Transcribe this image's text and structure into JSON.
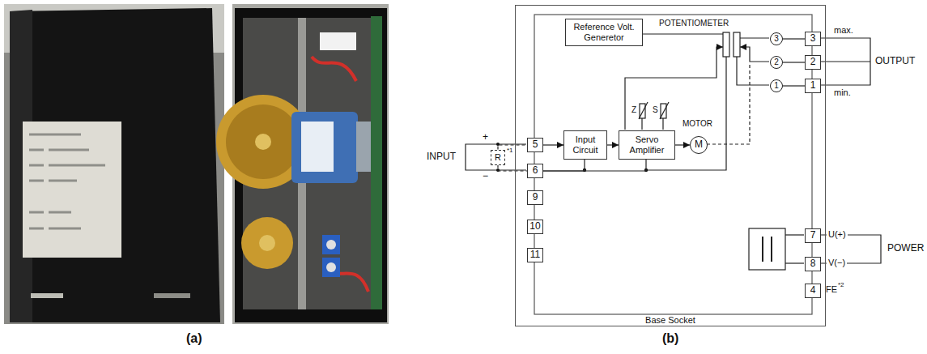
{
  "diagram": {
    "nodes": [
      {
        "text": [
          "Base Socket"
        ]
      },
      {
        "text": [
          "Reference Volt. Generetor"
        ],
        "in": 0
      },
      {
        "text": [
          "Input Circuit"
        ],
        "in": 0
      },
      {
        "text": [
          "Servo Amplifier"
        ],
        "in": 0
      },
      {
        "text": [
          "M"
        ],
        "in": 0
      },
      {
        "text": [
          "5"
        ],
        "in": 0
      },
      {
        "text": [
          "6"
        ],
        "in": 0
      },
      {
        "text": [
          "9"
        ],
        "in": 0
      },
      {
        "text": [
          "10"
        ],
        "in": 0
      },
      {
        "text": [
          "11"
        ],
        "in": 0
      },
      {
        "text": [
          "3"
        ],
        "in": 0
      },
      {
        "text": [
          "2"
        ],
        "in": 0
      },
      {
        "text": [
          "1"
        ],
        "in": 0
      },
      {
        "text": [
          "3"
        ],
        "in": 0
      },
      {
        "text": [
          "2"
        ],
        "in": 0
      },
      {
        "text": [
          "1"
        ],
        "in": 0
      },
      {
        "text": [
          "7"
        ],
        "in": 0
      },
      {
        "text": [
          "8"
        ],
        "in": 0
      },
      {
        "text": [
          "4"
        ],
        "in": 0
      },
      {
        "text": [
          "R"
        ]
      }
    ],
    "edges": [
      {
        "from": 5,
        "to": 2,
        "arrow": "to"
      },
      {
        "from": 2,
        "to": 3,
        "arrow": "to"
      },
      {
        "from": 3,
        "to": 4,
        "arrow": "to"
      },
      {
        "from": 6,
        "to": 2,
        "arrow": "none"
      },
      {
        "from": 6,
        "to": 3,
        "arrow": "none"
      },
      {
        "from": 10,
        "to": 13,
        "arrow": "none"
      },
      {
        "from": 11,
        "to": 14,
        "arrow": "none"
      },
      {
        "from": 12,
        "to": 15,
        "arrow": "none"
      },
      {
        "from": 19,
        "to": 5,
        "arrow": "none"
      },
      {
        "from": 19,
        "to": 6,
        "arrow": "none"
      }
    ],
    "labels": [
      "(a)",
      "(b)",
      "INPUT",
      "+",
      "−",
      "*1",
      "MOTOR",
      "Z",
      "S",
      "POTENTIOMETER",
      "max.",
      "OUTPUT",
      "min.",
      "U(+)",
      "V(−)",
      "FE",
      "*2",
      "POWER"
    ]
  }
}
